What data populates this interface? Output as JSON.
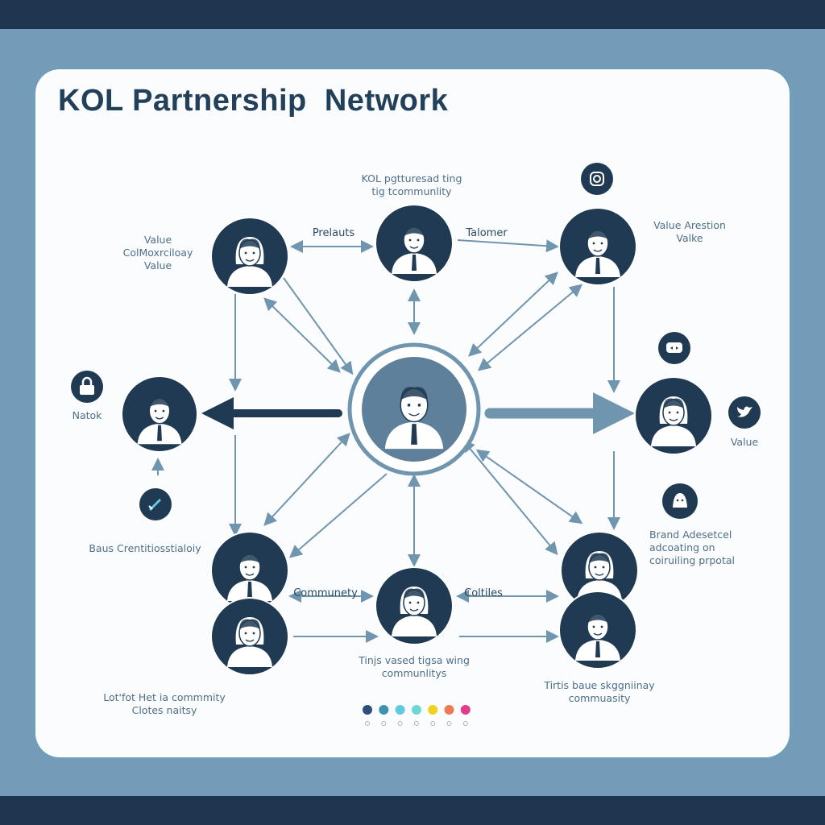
{
  "title": "KOL Partnership  Network",
  "labels": {
    "top_center": "KOL pgtturesad ting\ntig tcommunlity",
    "top_left": "Value\nColMoxrciloay\nValue",
    "top_right": "Value Arestion\nValke",
    "prelauts": "Prelauts",
    "talomer": "Talomer",
    "left": "Natok",
    "right": "Value",
    "mid_left": "Baus Crentitiosstialoiy",
    "mid_right": "Brand Adesetcel\nadcoating on\ncoiruiling prpotal",
    "community": "Communety",
    "coltiles": "Coltiles",
    "bottom_center": "Tinjs vased tigsa wing\ncommunlitys",
    "bottom_left": "Lot'fot Het ia commmity\nClotes naitsy",
    "bottom_right": "Tirtis baue skggniinay\ncommuasity"
  },
  "colors": {
    "navy": "#1f3a52",
    "arrow": "#7095ae",
    "center_fill": "#5f809b",
    "background": "#729cb8",
    "palette": [
      "#2e4f7c",
      "#3f91b0",
      "#5fc9e2",
      "#6fd6d8",
      "#f0d21e",
      "#ec7a55",
      "#e43b8c"
    ]
  },
  "icons": [
    "instagram-icon",
    "chat-icon",
    "twitter-icon",
    "lock-icon",
    "pen-icon",
    "user-icon"
  ]
}
